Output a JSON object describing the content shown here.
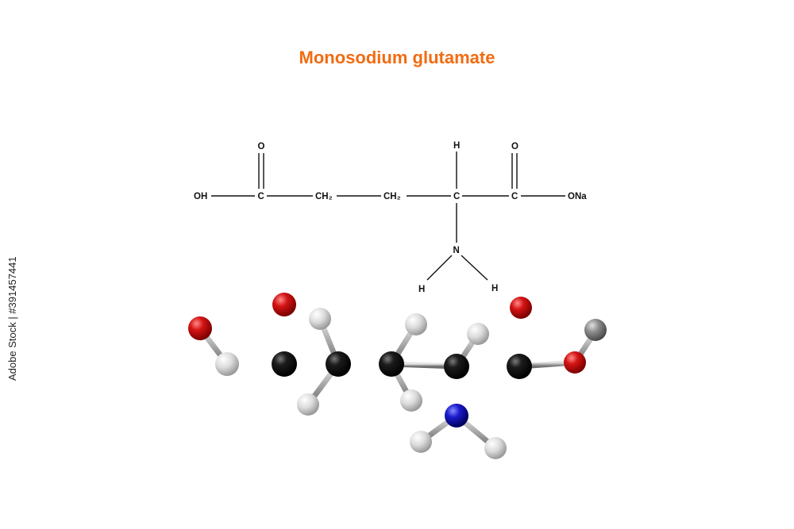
{
  "title": "Monosodium glutamate",
  "structural_formula": {
    "groups": {
      "oh": "OH",
      "c1": "C",
      "o1": "O",
      "ch2_a": "CH₂",
      "ch2_b": "CH₂",
      "c_alpha": "C",
      "h_alpha": "H",
      "n": "N",
      "h_n1": "H",
      "h_n2": "H",
      "c5": "C",
      "o5": "O",
      "ona": "ONa"
    }
  },
  "ball_and_stick_model": {
    "atom_colors": {
      "carbon": "#111111",
      "hydrogen": "#d9d9d9",
      "oxygen": "#cc1111",
      "nitrogen": "#1a1acc",
      "sodium": "#8a8a8a",
      "bond": "#a8a8a8"
    }
  },
  "colors": {
    "title": "#f26b12"
  },
  "stock_id": "Adobe Stock | #391457441"
}
